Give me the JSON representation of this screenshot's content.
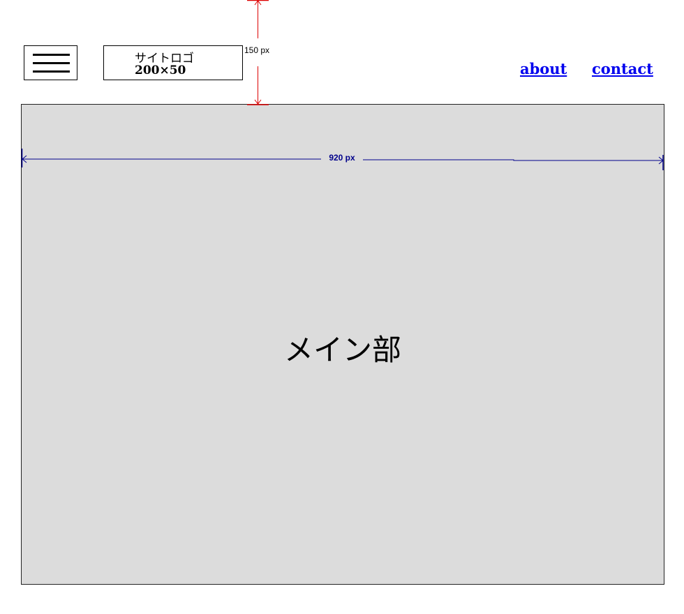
{
  "header": {
    "menu_icon": "hamburger-menu-icon",
    "logo": {
      "line1": "サイトロゴ",
      "line2": "200×50"
    },
    "nav": [
      {
        "label": "about"
      },
      {
        "label": "contact"
      }
    ]
  },
  "main": {
    "label": "メイン部"
  },
  "annotations": {
    "height_label": "150 px",
    "width_label": "920 px",
    "height_color": "#dd0000",
    "width_color": "#00008b"
  },
  "colors": {
    "main_background": "#dcdcdc",
    "link": "#0000ee"
  }
}
